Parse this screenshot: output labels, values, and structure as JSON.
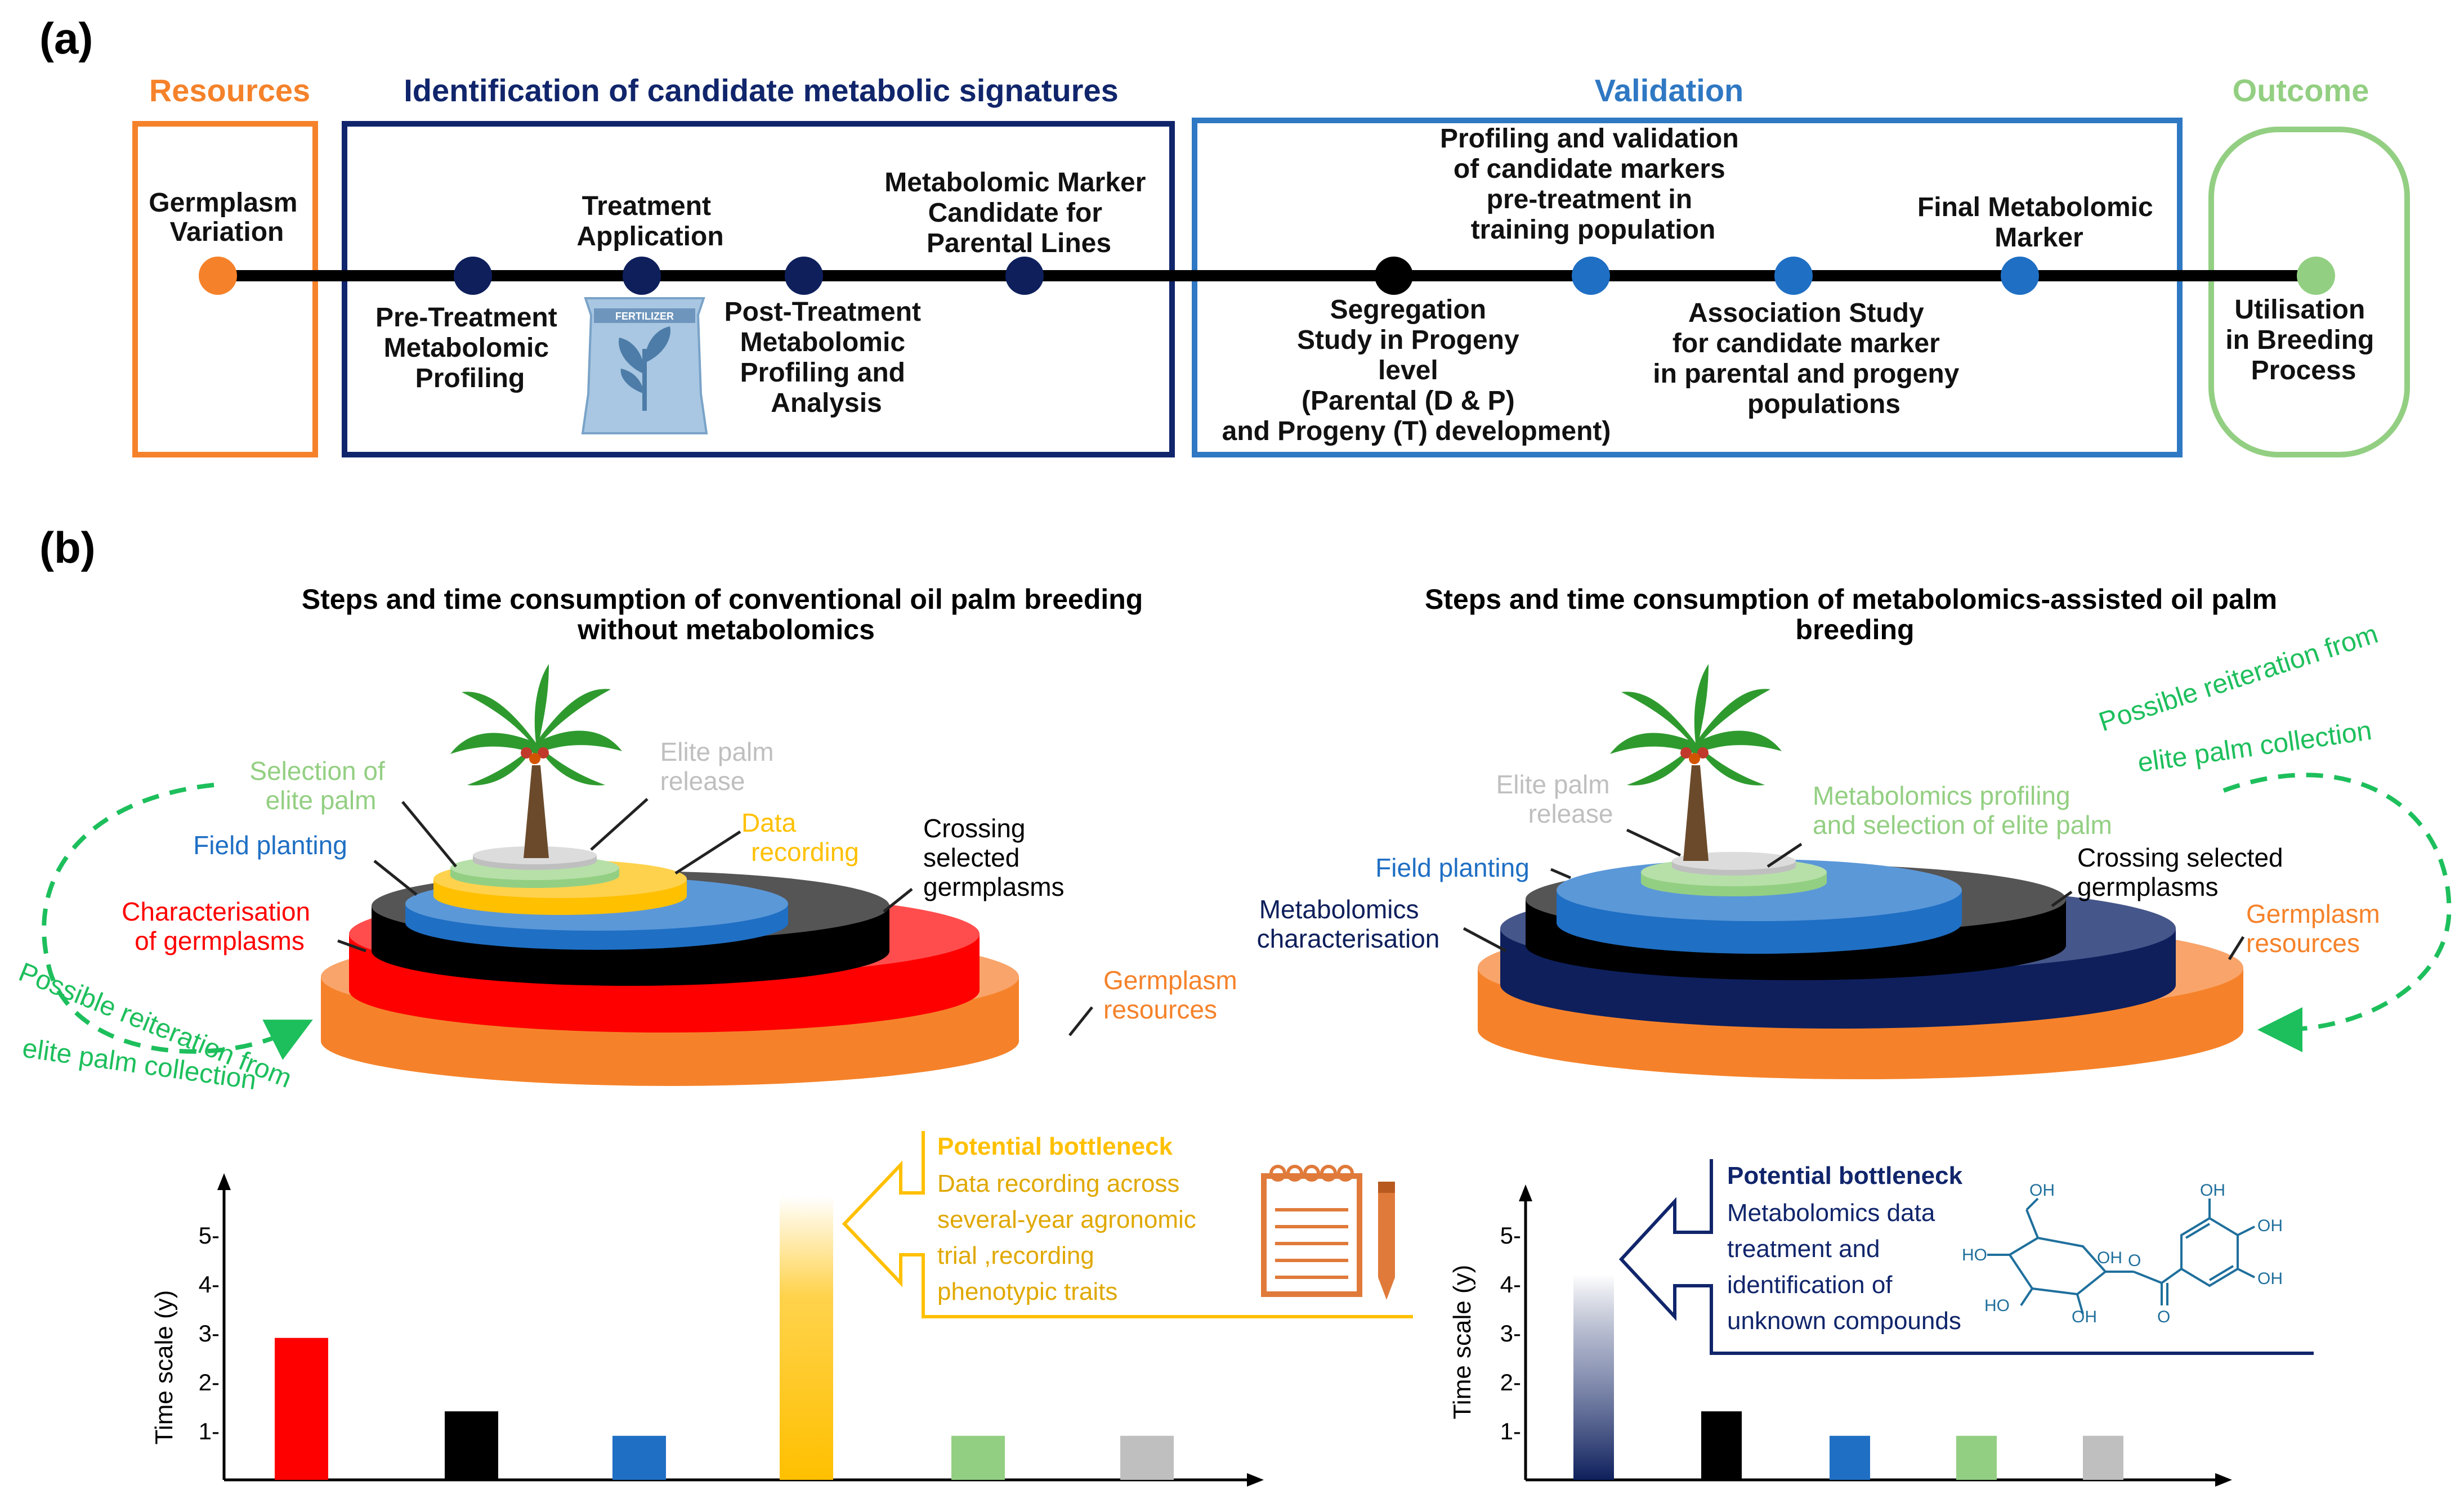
{
  "panel_a": {
    "label": "(a)",
    "sections": {
      "resources": {
        "title": "Resources",
        "color": "#f5822a"
      },
      "identification": {
        "title": "Identification of candidate metabolic signatures",
        "color": "#10256b"
      },
      "validation": {
        "title": "Validation",
        "color": "#2f78c3"
      },
      "outcome": {
        "title": "Outcome",
        "color": "#93cf82"
      }
    },
    "germplasm": [
      "Germplasm",
      "Variation"
    ],
    "pre_treatment": [
      "Pre-Treatment",
      "Metabolomic",
      "Profiling"
    ],
    "treatment": [
      "Treatment",
      "Application"
    ],
    "fertilizer_label": "FERTILIZER",
    "post_treatment": [
      "Post-Treatment",
      "Metabolomic",
      "Profiling and",
      "Analysis"
    ],
    "marker_candidate": [
      "Metabolomic Marker",
      "Candidate for",
      "Parental Lines"
    ],
    "segregation": [
      "Segregation",
      "Study in Progeny",
      "level",
      "(Parental (D & P)",
      "and Progeny (T) development)"
    ],
    "profiling_validation": [
      "Profiling and validation",
      "of candidate markers",
      "pre-treatment in",
      "training population"
    ],
    "association": [
      "Association Study",
      "for candidate marker",
      "in parental and progeny",
      "populations"
    ],
    "final_marker": [
      "Final Metabolomic",
      "Marker"
    ],
    "utilisation": [
      "Utilisation",
      "in Breeding",
      "Process"
    ]
  },
  "panel_b": {
    "label": "(b)",
    "left": {
      "title": [
        "Steps and time consumption of conventional oil palm breeding",
        "without metabolomics"
      ],
      "labels": {
        "selection": [
          "Selection of",
          "elite palm"
        ],
        "elite_release": [
          "Elite palm",
          "release"
        ],
        "data_recording": [
          "Data",
          "recording"
        ],
        "field_planting": "Field planting",
        "crossing": [
          "Crossing",
          "selected",
          "germplasms"
        ],
        "characterisation": [
          "Characterisation",
          "of germplasms"
        ],
        "germplasm_resources": [
          "Germplasm",
          "resources"
        ],
        "reiteration": [
          "Possible reiteration from",
          "elite palm collection"
        ]
      },
      "bottleneck": {
        "title": "Potential bottleneck",
        "lines": [
          "Data recording  across",
          "several-year agronomic",
          "trial ,recording",
          "phenotypic  traits"
        ]
      }
    },
    "right": {
      "title": [
        "Steps and time consumption of metabolomics-assisted oil palm",
        "breeding"
      ],
      "labels": {
        "elite_release": [
          "Elite palm",
          "release"
        ],
        "metabolomics_profiling": [
          "Metabolomics profiling",
          "and selection of elite palm"
        ],
        "field_planting": "Field planting",
        "crossing": [
          "Crossing selected",
          "germplasms"
        ],
        "characterisation": [
          "Metabolomics",
          "characterisation"
        ],
        "germplasm_resources": [
          "Germplasm",
          "resources"
        ],
        "reiteration": [
          "Possible reiteration from",
          "elite palm collection"
        ]
      },
      "bottleneck": {
        "title": "Potential bottleneck",
        "lines": [
          "Metabolomics data",
          "treatment and",
          "identification  of",
          "unknown  compounds"
        ]
      },
      "molecule_labels": [
        "OH",
        "OH",
        "OH",
        "OH",
        "HO",
        "HO",
        "OH",
        "OH",
        "O",
        "O"
      ]
    }
  },
  "chart_data": [
    {
      "type": "bar",
      "ylabel": "Time scale (y)",
      "yticks": [
        "1-",
        "2-",
        "3-",
        "4-",
        "5-"
      ],
      "ylim": [
        0,
        6
      ],
      "values": [
        2.9,
        1.4,
        0.9,
        5.8,
        0.9,
        0.9
      ],
      "colors": [
        "#ff0000",
        "#000000",
        "#1f6fc4",
        "#ffc000",
        "#93cf82",
        "#bfbfbf"
      ],
      "gradient_bar_index": 3
    },
    {
      "type": "bar",
      "ylabel": "Time scale (y)",
      "yticks": [
        "1-",
        "2-",
        "3-",
        "4-",
        "5-"
      ],
      "ylim": [
        0,
        6
      ],
      "values": [
        4.2,
        1.4,
        0.9,
        0.9,
        0.9
      ],
      "colors": [
        "#0e1f5c",
        "#000000",
        "#1f6fc4",
        "#93cf82",
        "#bfbfbf"
      ],
      "gradient_bar_index": 0
    }
  ]
}
